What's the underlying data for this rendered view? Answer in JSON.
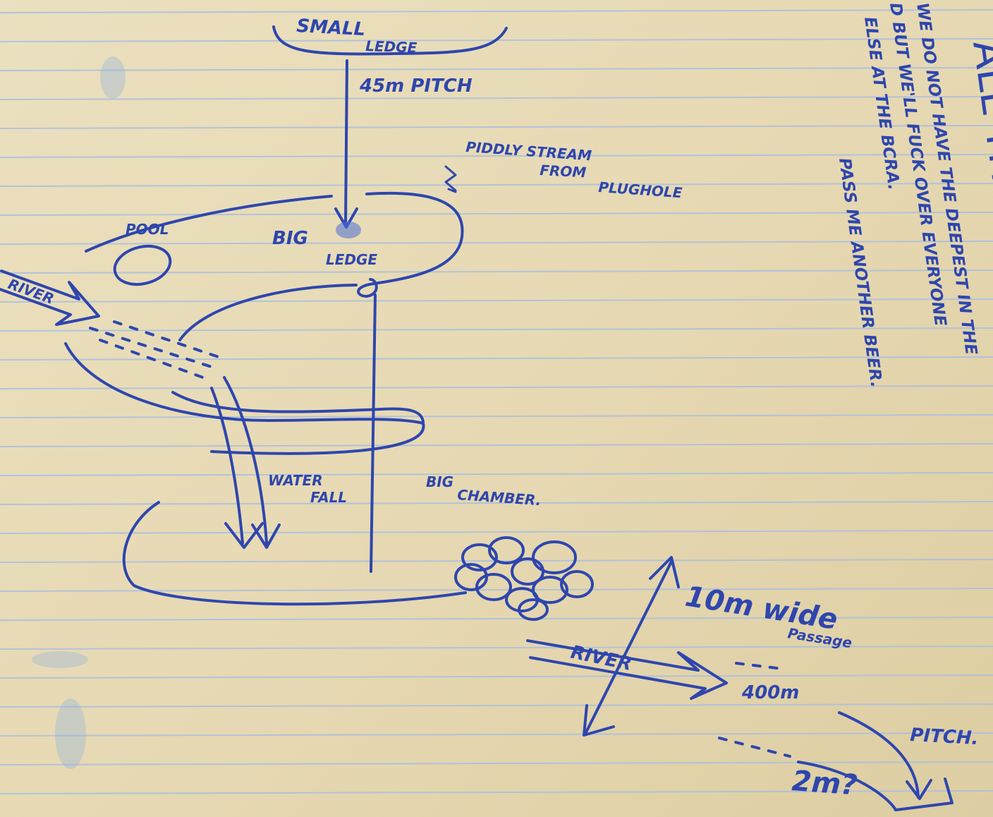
{
  "diagram": {
    "labels": {
      "small_ledge_1": "SMALL",
      "small_ledge_2": "LEDGE",
      "pitch_45": "45m PITCH",
      "piddly_stream_1": "PIDDLY STREAM",
      "piddly_stream_2": "FROM",
      "piddly_stream_3": "PLUGHOLE",
      "pool": "POOL",
      "big": "BIG",
      "ledge": "LEDGE",
      "river_in": "RIVER",
      "water": "WATER",
      "fall": "FALL",
      "big_chamber_1": "BIG",
      "big_chamber_2": "CHAMBER.",
      "river_out": "RIVER",
      "ten_m_wide": "10m wide",
      "passage": "Passage",
      "four_hundred_m": "400m",
      "pitch_end": "PITCH.",
      "two_m": "2m?"
    },
    "side_note": [
      "ALL THIS IS BIG & LARGER.",
      "WE DO NOT HAVE THE DEEPEST IN THE",
      "D BUT WE'LL FUCK OVER EVERYONE",
      "ELSE AT THE BCRA.",
      "PASS ME ANOTHER BEER."
    ]
  }
}
